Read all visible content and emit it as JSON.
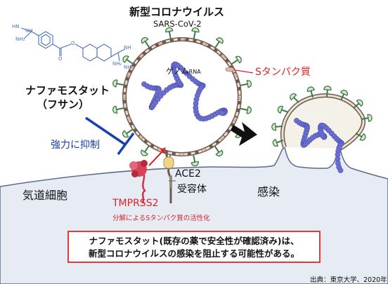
{
  "virus": {
    "title": "新型コロナウイルス",
    "subtitle": "SARS-CoV-2",
    "genome_label": "ゲノム",
    "genome_suffix": "RNA",
    "spike_label": "Sタンパク質"
  },
  "drug": {
    "name": "ナファモスタット",
    "brand": "（フサン）",
    "inhibition_label": "強力に抑制",
    "molecule_groups": [
      "HN",
      "NH",
      "NH₂",
      "NH₂",
      "O",
      "O",
      "NH",
      "NH₂"
    ]
  },
  "cell": {
    "airway_label": "気道細胞",
    "receptor_name": "ACE2",
    "receptor_label": "受容体",
    "protease_name": "TMPRSS2",
    "protease_note": "分解によるSタンパク質の活性化",
    "infection_label": "感染"
  },
  "conclusion": {
    "line1": "ナファモスタット(既存の薬で安全性が確認済み)は、",
    "line2": "新型コロナウイルスの感染を阻止する可能性がある。"
  },
  "source": "出典：東京大学、2020年",
  "colors": {
    "inhibit_blue": "#1a3fae",
    "accent_red": "#d9252b",
    "spike_green": "#3a7a4a",
    "rna_purple": "#6a6fd0",
    "membrane": "#6e5a50",
    "cell_fill": "#e6ebf4",
    "molecule_blue": "#4a6fc0"
  }
}
